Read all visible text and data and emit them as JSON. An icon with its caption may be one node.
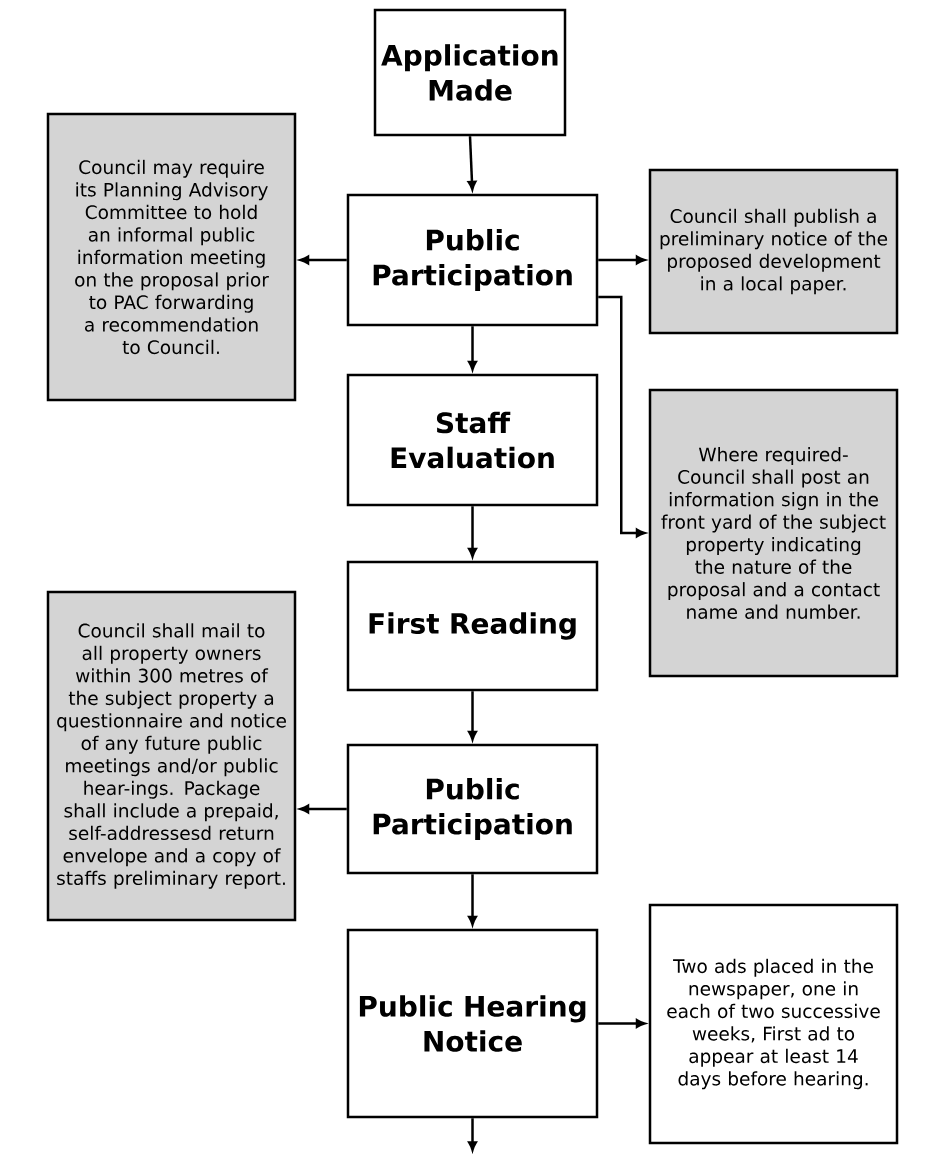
{
  "diagram": {
    "nodes": [
      {
        "text": [
          "Application Made"
        ]
      },
      {
        "text": [
          "Council may require its Planning Advisory Committee to hold an informal public information meeting on the proposal prior to PAC forwarding a recommendation to Council."
        ]
      },
      {
        "text": [
          "Public Participation"
        ]
      },
      {
        "text": [
          "Council shall publish a preliminary notice of the proposed development in a local paper."
        ]
      },
      {
        "text": [
          "Staff Evaluation"
        ]
      },
      {
        "text": [
          "Where required- Council shall post an information sign in the front yard of the subject property indicating the nature of the proposal and a contact name and number."
        ]
      },
      {
        "text": [
          "First Reading"
        ]
      },
      {
        "text": [
          "Council shall mail to all property owners within 300 metres of the subject property a questionnaire and notice of any future public meetings and/or public hear-ings. Package shall include a prepaid, self-addressesd return envelope and a copy of staffs preliminary report."
        ]
      },
      {
        "text": [
          "Public Participation"
        ]
      },
      {
        "text": [
          "Public Hearing Notice"
        ]
      },
      {
        "text": [
          "Two ads placed in the newspaper, one in each of two successive weeks, First ad to appear at least 14 days before hearing."
        ]
      }
    ],
    "edges": [
      {
        "from": 0,
        "to": 2,
        "arrow": "to"
      },
      {
        "from": 2,
        "to": 1,
        "arrow": "to"
      },
      {
        "from": 2,
        "to": 3,
        "arrow": "to"
      },
      {
        "from": 2,
        "to": 5,
        "arrow": "to"
      },
      {
        "from": 2,
        "to": 4,
        "arrow": "to"
      },
      {
        "from": 4,
        "to": 6,
        "arrow": "to"
      },
      {
        "from": 6,
        "to": 8,
        "arrow": "to"
      },
      {
        "from": 8,
        "to": 7,
        "arrow": "to"
      },
      {
        "from": 8,
        "to": 9,
        "arrow": "to"
      },
      {
        "from": 9,
        "to": 10,
        "arrow": "to"
      },
      {
        "from": 9,
        "to": null,
        "arrow": "to"
      }
    ]
  }
}
